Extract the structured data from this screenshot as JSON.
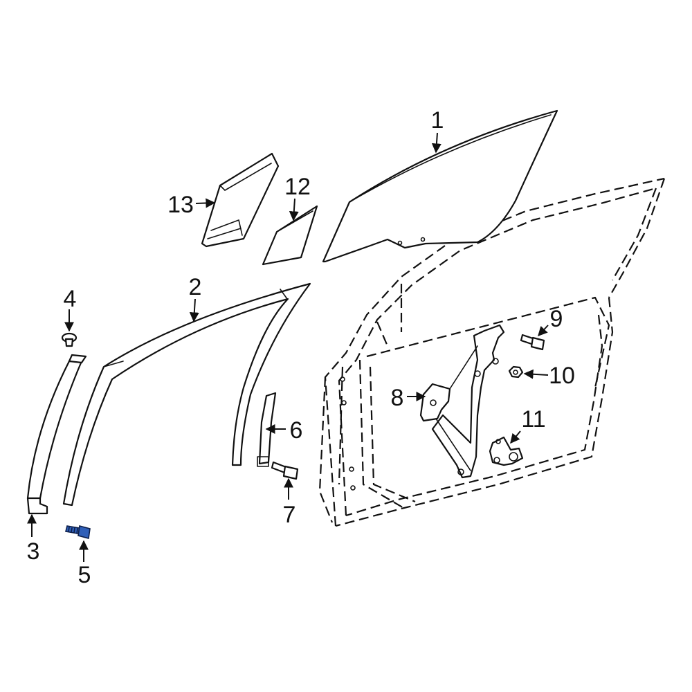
{
  "callouts": {
    "c1": "1",
    "c2": "2",
    "c3": "3",
    "c4": "4",
    "c5": "5",
    "c6": "6",
    "c7": "7",
    "c8": "8",
    "c9": "9",
    "c10": "10",
    "c11": "11",
    "c12": "12",
    "c13": "13"
  },
  "highlight_color": "#2f5fb8",
  "highlighted_part": "5"
}
